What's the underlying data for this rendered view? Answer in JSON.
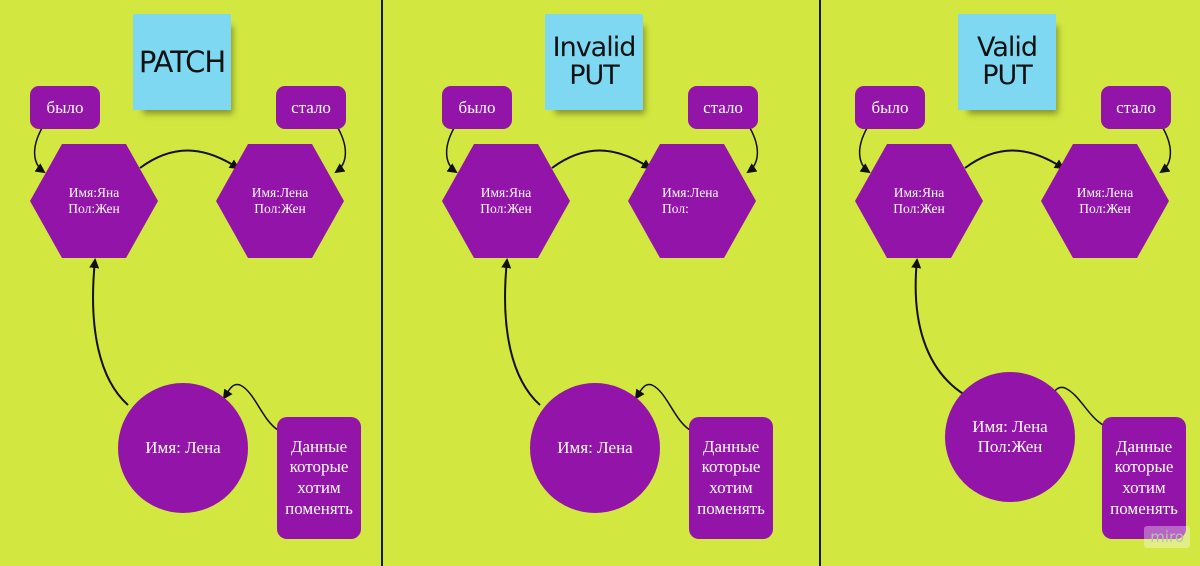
{
  "panels": [
    {
      "title_lines": [
        "PATCH"
      ],
      "before_label": "было",
      "after_label": "стало",
      "before_hex": [
        "Имя:Яна",
        "Пол:Жен"
      ],
      "after_hex": [
        "Имя:Лена",
        "Пол:Жен"
      ],
      "request_circle": [
        "Имя: Лена"
      ],
      "note_lines": [
        "Данные",
        "которые",
        "хотим",
        "поменять"
      ]
    },
    {
      "title_lines": [
        "Invalid",
        "PUT"
      ],
      "before_label": "было",
      "after_label": "стало",
      "before_hex": [
        "Имя:Яна",
        "Пол:Жен"
      ],
      "after_hex": [
        "Имя:Лена",
        "Пол:"
      ],
      "request_circle": [
        "Имя: Лена"
      ],
      "note_lines": [
        "Данные",
        "которые",
        "хотим",
        "поменять"
      ]
    },
    {
      "title_lines": [
        "Valid",
        "PUT"
      ],
      "before_label": "было",
      "after_label": "стало",
      "before_hex": [
        "Имя:Яна",
        "Пол:Жен"
      ],
      "after_hex": [
        "Имя:Лена",
        "Пол:Жен"
      ],
      "request_circle": [
        "Имя: Лена",
        "Пол:Жен"
      ],
      "note_lines": [
        "Данные",
        "которые",
        "хотим",
        "поменять"
      ]
    }
  ],
  "watermark": "miro",
  "colors": {
    "background": "#d2e740",
    "shape_fill": "#9214a8",
    "sticky_note": "#7ed8f2",
    "divider": "#1a1a1a"
  }
}
